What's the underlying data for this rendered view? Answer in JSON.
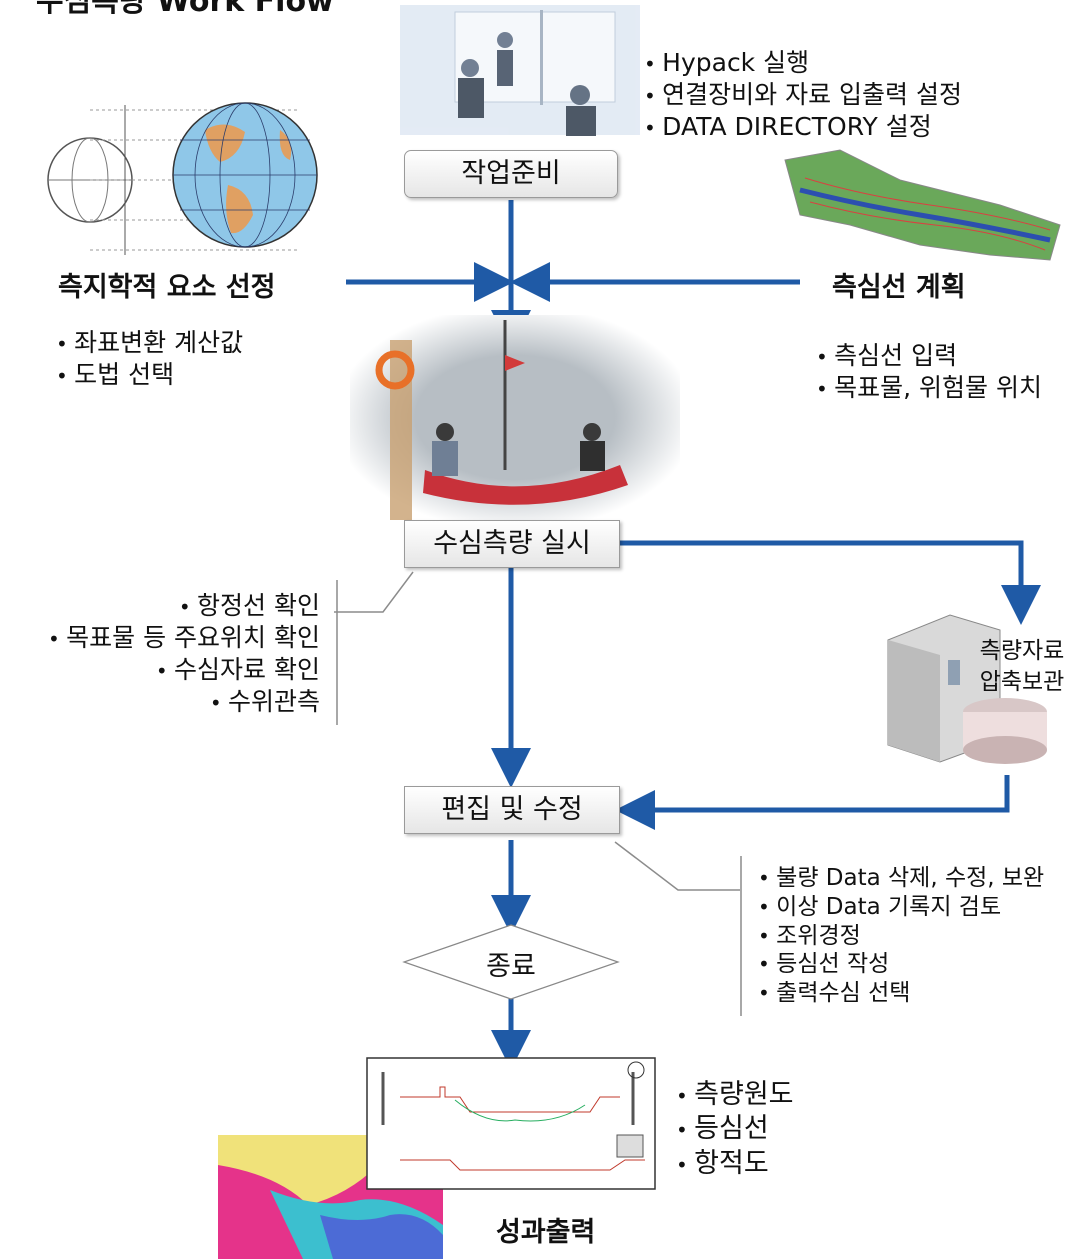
{
  "title": "수심측량 Work Flow",
  "nodes": {
    "prep": "작업준비",
    "survey": "수심측량 실시",
    "edit": "편집 및 수정",
    "end": "종료"
  },
  "headings": {
    "geodetic": "측지학적 요소 선정",
    "lineplan": "측심선 계획",
    "output": "성과출력",
    "storage": [
      "측량자료",
      "압축보관"
    ]
  },
  "lists": {
    "prep": [
      "Hypack 실행",
      "연결장비와 자료 입출력 설정",
      "DATA DIRECTORY 설정"
    ],
    "geodetic": [
      "좌표변환 계산값",
      "도법 선택"
    ],
    "lineplan": [
      "측심선 입력",
      "목표물, 위험물 위치"
    ],
    "survey": [
      "항정선 확인",
      "목표물 등 주요위치 확인",
      "수심자료 확인",
      "수위관측"
    ],
    "edit": [
      "불량 Data 삭제, 수정, 보완",
      "이상 Data 기록지 검토",
      "조위경정",
      "등심선 작성",
      "출력수심 선택"
    ],
    "output": [
      "측량원도",
      "등심선",
      "항적도"
    ]
  },
  "colors": {
    "arrow": "#1f5aa6",
    "leader": "#8c8c8c"
  }
}
